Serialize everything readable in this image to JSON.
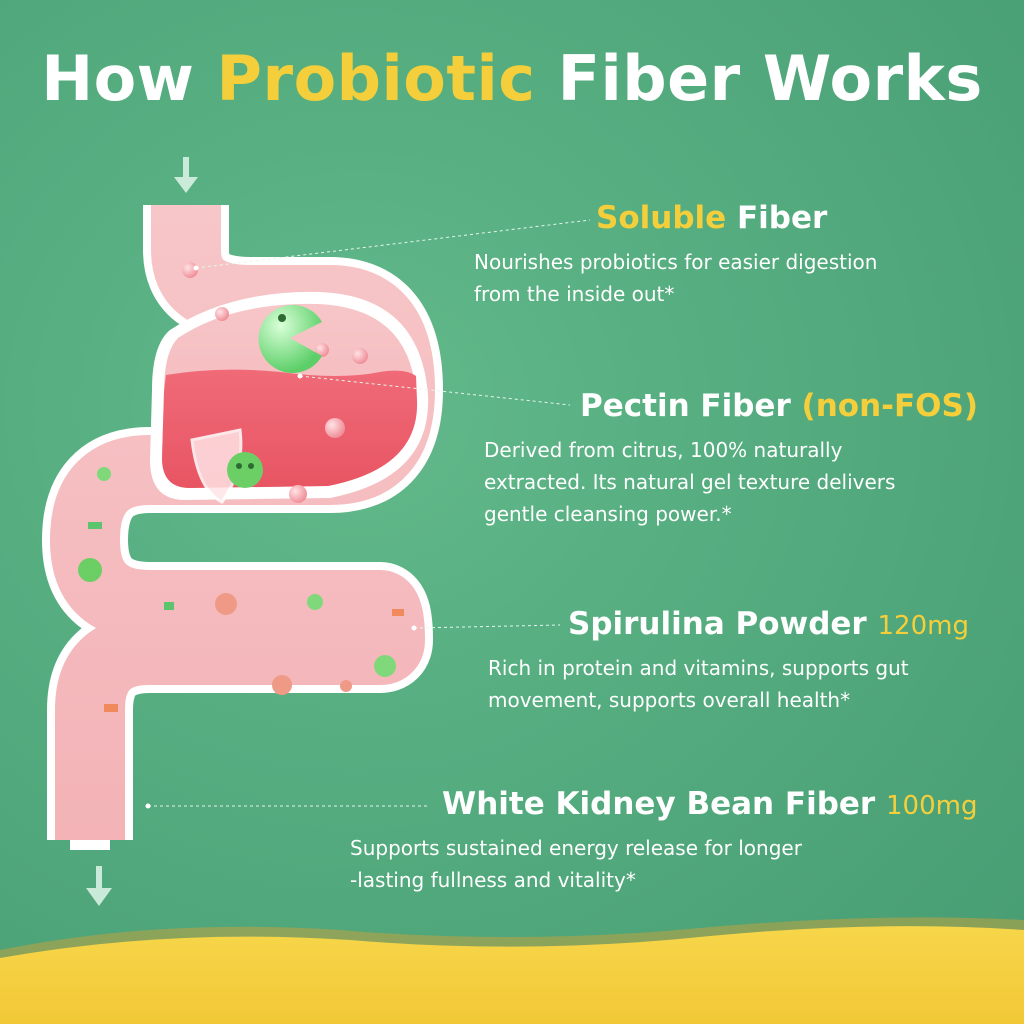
{
  "title": {
    "before": "How",
    "highlight": "Probiotic",
    "after": "Fiber Works"
  },
  "features": [
    {
      "highlight": "Soluble",
      "name": "Fiber",
      "dose": "",
      "desc": [
        "Nourishes probiotics for easier digestion",
        "from the inside out*"
      ]
    },
    {
      "name": "Pectin Fiber",
      "highlight": "(non-FOS)",
      "dose": "",
      "desc": [
        "Derived from citrus, 100% naturally",
        "extracted. Its natural gel texture delivers",
        "gentle cleansing power.*"
      ]
    },
    {
      "name": "Spirulina Powder",
      "highlight": "",
      "dose": "120mg",
      "desc": [
        "Rich in protein and vitamins, supports gut",
        "movement, supports overall health*"
      ]
    },
    {
      "name": "White Kidney Bean Fiber",
      "highlight": "",
      "dose": "100mg",
      "desc": [
        "Supports sustained energy release for longer",
        "-lasting fullness and vitality*"
      ]
    }
  ],
  "colors": {
    "background": "#55ad80",
    "accent": "#f4cf3b",
    "organ": "#f07b86",
    "text": "#ffffff"
  },
  "icons": [
    "down-arrow-icon",
    "pacman-probiotic-icon",
    "bacteria-icon",
    "shield-icon"
  ]
}
